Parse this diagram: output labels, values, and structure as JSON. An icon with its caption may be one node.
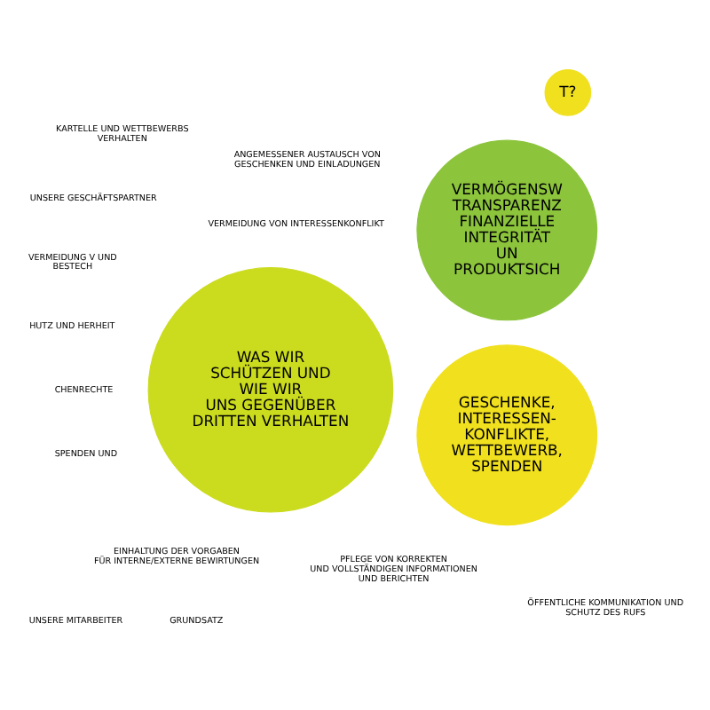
{
  "diagram": {
    "nodes": [
      {
        "text": [
          "T?"
        ]
      },
      {
        "text": [
          "WAS WIR SCHÜTZEN UND WIE WIR UNS GEGENÜBER DRITTEN VERHALTEN"
        ]
      },
      {
        "text": [
          "GESCHENKE, INTERESSEN- KONFLIKTE, WETTBEWERB, SPENDEN"
        ]
      },
      {
        "text": [
          "VERMÖGENSW TRANSPARENZ FINANZIELLE INTEGRITÄT UN PRODUKTSICH"
        ]
      }
    ],
    "edges": [],
    "labels": [
      "ANGEMESSENER AUSTAUSCH VON GESCHENKEN UND EINLADUNGEN",
      "EINHALTUNG DER VORGABEN FÜR INTERNE/EXTERNE BEWIRTUNGEN",
      "VERMEIDUNG VON INTERESSENKONFLIKT",
      "CHENRECHTE",
      "KARTELLE UND WETTBEWERBS VERHALTEN",
      "SPENDEN UND",
      "VERMEIDUNG V UND BESTECH",
      "HUTZ UND HERHEIT",
      "UNSERE MITARBEITER",
      "GRUNDSATZ",
      "UNSERE GESCHÄFTSPARTNER",
      "ÖFFENTLICHE KOMMUNIKATION UND SCHUTZ DES RUFS",
      "PFLEGE VON KORREKTEN UND VOLLSTÄNDIGEN INFORMATIONEN UND BERICHTEN"
    ]
  }
}
